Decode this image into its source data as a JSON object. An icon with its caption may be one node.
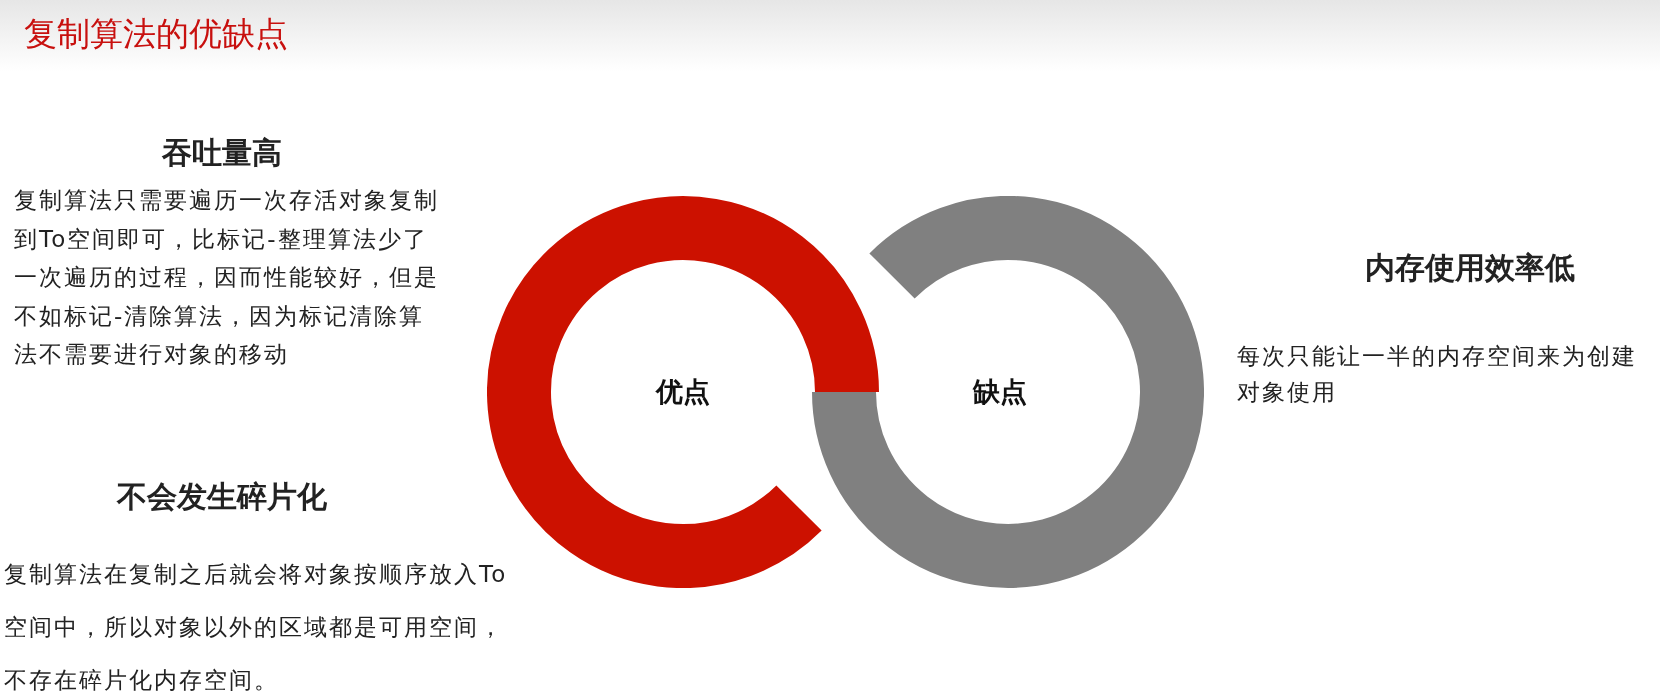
{
  "diagram": {
    "title": "复制算法的优缺点",
    "nodes": [
      {
        "text": [
          "优点"
        ]
      },
      {
        "text": [
          "缺点"
        ]
      }
    ],
    "labels": [
      "吞吐量高",
      "复制算法只需要遍历一次存活对象复制到To空间即可，比标记-整理算法少了一次遍历的过程，因而性能较好，但是不如标记-清除算法，因为标记清除算法不需要进行对象的移动",
      "不会发生碎片化",
      "复制算法在复制之后就会将对象按顺序放入To空间中，所以对象以外的区域都是可用空间，不存在碎片化内存空间。",
      "内存使用效率低",
      "每次只能让一半的内存空间来为创建对象使用"
    ]
  }
}
